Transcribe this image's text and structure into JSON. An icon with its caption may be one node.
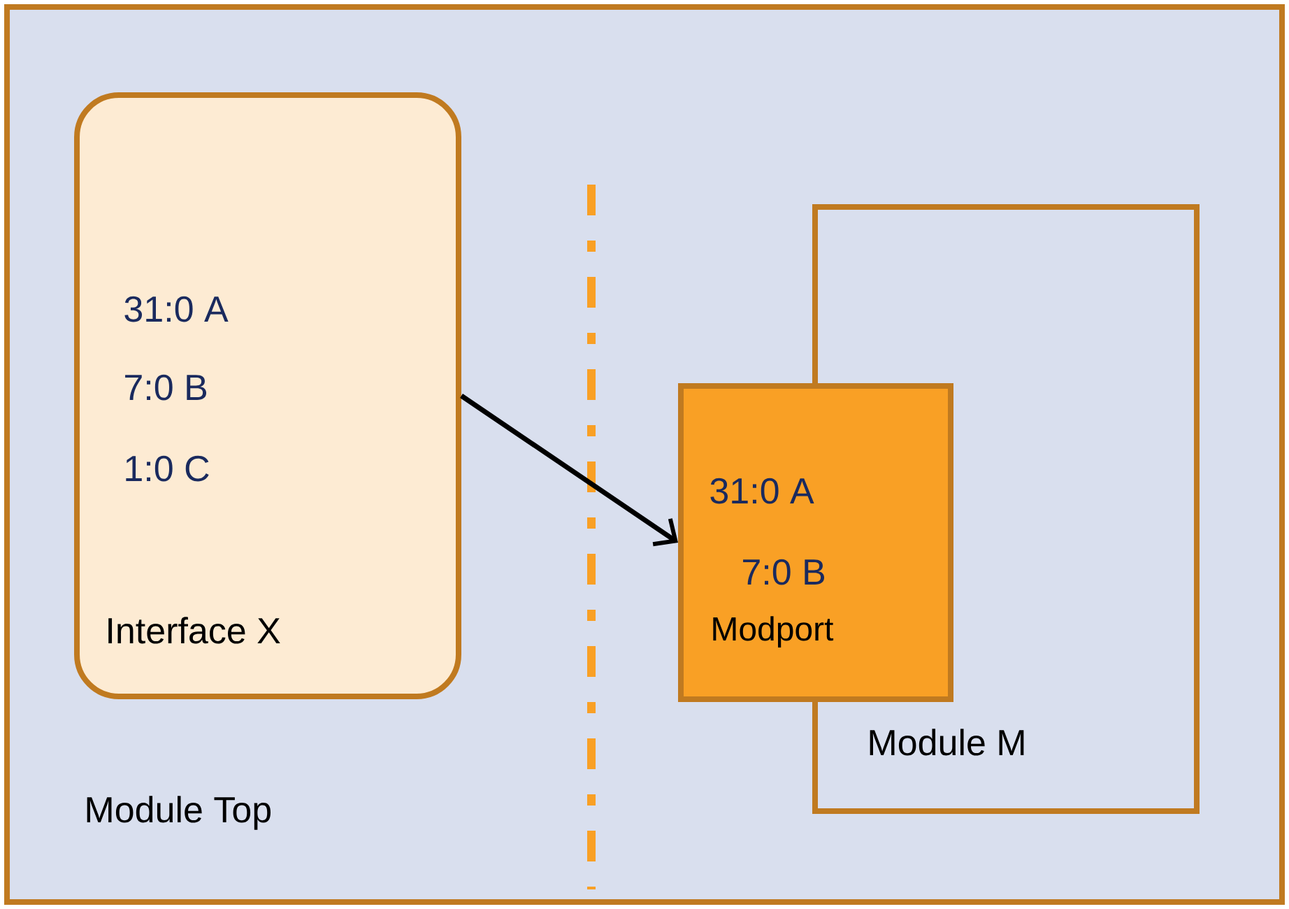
{
  "diagram": {
    "nodes": [
      {
        "text": [
          "Module Top"
        ]
      },
      {
        "text": [
          "31:0 A",
          "7:0 B",
          "1:0 C",
          "Interface X"
        ],
        "in": 0
      },
      {
        "text": [
          "Module M"
        ],
        "in": 0
      },
      {
        "text": [
          "31:0 A",
          "7:0 B",
          "Modport"
        ],
        "in": 0
      }
    ],
    "edges": [
      {
        "from": 1,
        "to": 3,
        "arrow": "to"
      }
    ]
  }
}
